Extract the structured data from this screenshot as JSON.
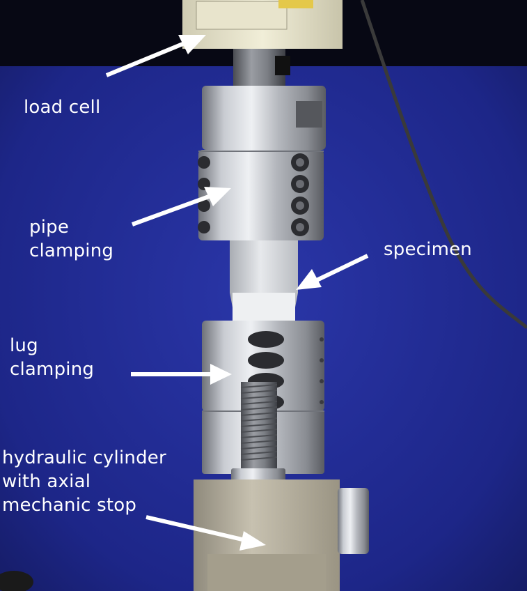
{
  "labels": {
    "load_cell": "load cell",
    "pipe_clamping": "pipe\nclamping",
    "specimen": "specimen",
    "lug_clamping": "lug\nclamping",
    "hydraulic_cylinder": "hydraulic cylinder\nwith axial\nmechanic stop"
  },
  "colors": {
    "backdrop": "#1f2a8a",
    "label_text": "#ffffff",
    "arrow": "#ffffff",
    "metal": "#b8bcc4",
    "load_cell_body": "#e6e2c8"
  }
}
